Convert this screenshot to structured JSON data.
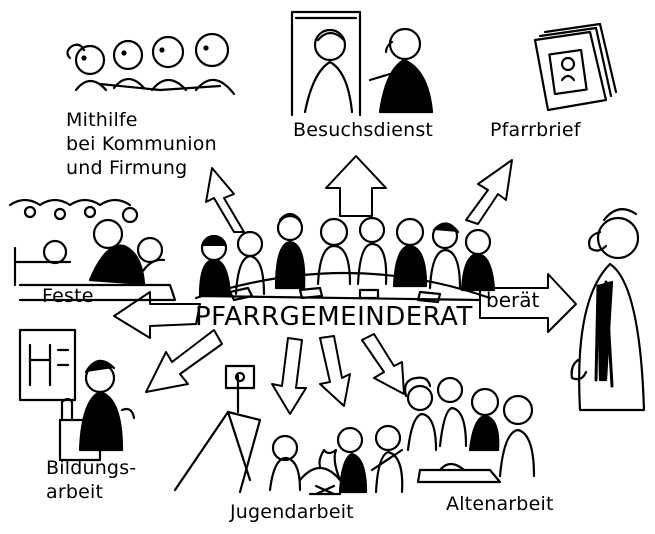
{
  "center": "PFARRGEMEINDERAT",
  "advises": "berät",
  "activities": {
    "communion": "Mithilfe\nbei Kommunion\nund Firmung",
    "visiting": "Besuchsdienst",
    "newsletter": "Pfarrbrief",
    "festivals": "Feste",
    "education": "Bildungs-\narbeit",
    "youth": "Jugendarbeit",
    "elderly": "Altenarbeit"
  },
  "colors": {
    "ink": "#000000",
    "paper": "#ffffff"
  }
}
